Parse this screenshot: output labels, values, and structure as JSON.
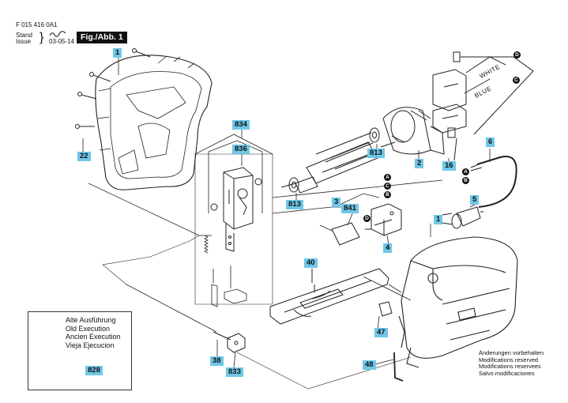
{
  "header": {
    "doc_number": "F 015 416 0A1",
    "stand_label": "Stand",
    "issue_label": "Issue",
    "stand_value": "03-05-14",
    "fig_label": "Fig./Abb. 1"
  },
  "parts": {
    "p1_housing": "1",
    "p22": "22",
    "p834": "834",
    "p836": "836",
    "p813_left": "813",
    "p813_right": "813",
    "p3": "3",
    "p2": "2",
    "p16": "16",
    "p6": "6",
    "p5": "5",
    "p1_tool": "1",
    "p841": "841",
    "p4": "4",
    "p40": "40",
    "p47": "47",
    "p48": "48",
    "p38": "38",
    "p833": "833",
    "p828": "828"
  },
  "wire_labels": {
    "white": "WHITE",
    "blue": "BLUE"
  },
  "markers": {
    "a": "A",
    "b": "B",
    "c": "C",
    "d": "D"
  },
  "inset": {
    "line1": "Alte Ausführung",
    "line2": "Old Execution",
    "line3": "Ancien Execution",
    "line4": "Vieja Ejecucion"
  },
  "notes": {
    "line1": "Änderungen vorbehalten",
    "line2": "Modifications reserved",
    "line3": "Modifications reservees",
    "line4": "Salvo modificaciones"
  }
}
